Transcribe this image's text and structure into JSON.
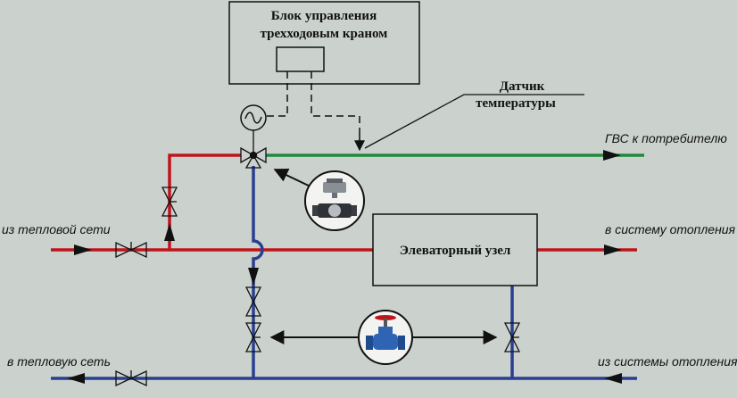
{
  "labels": {
    "control_block_line1": "Блок управления",
    "control_block_line2": "трехходовым краном",
    "sensor_line1": "Датчик",
    "sensor_line2": "температуры",
    "hot_water_out": "ГВС к потребителю",
    "from_heat_network": "из тепловой сети",
    "to_heating_system": "в систему отопления",
    "elevator_unit": "Элеваторный узел",
    "to_heat_network": "в тепловую сеть",
    "from_heating_system": "из системы отопления"
  },
  "colors": {
    "background": "#cbd2ce",
    "supply_pipe": "#c0141c",
    "return_pipe": "#2a3f8f",
    "hot_water_pipe": "#1f8a3a",
    "line": "#111111"
  },
  "icons": {
    "actuator": "motor-actuator-icon",
    "three_way_valve_photo": "three-way-valve-icon",
    "gate_valve_photo": "gate-valve-icon"
  }
}
